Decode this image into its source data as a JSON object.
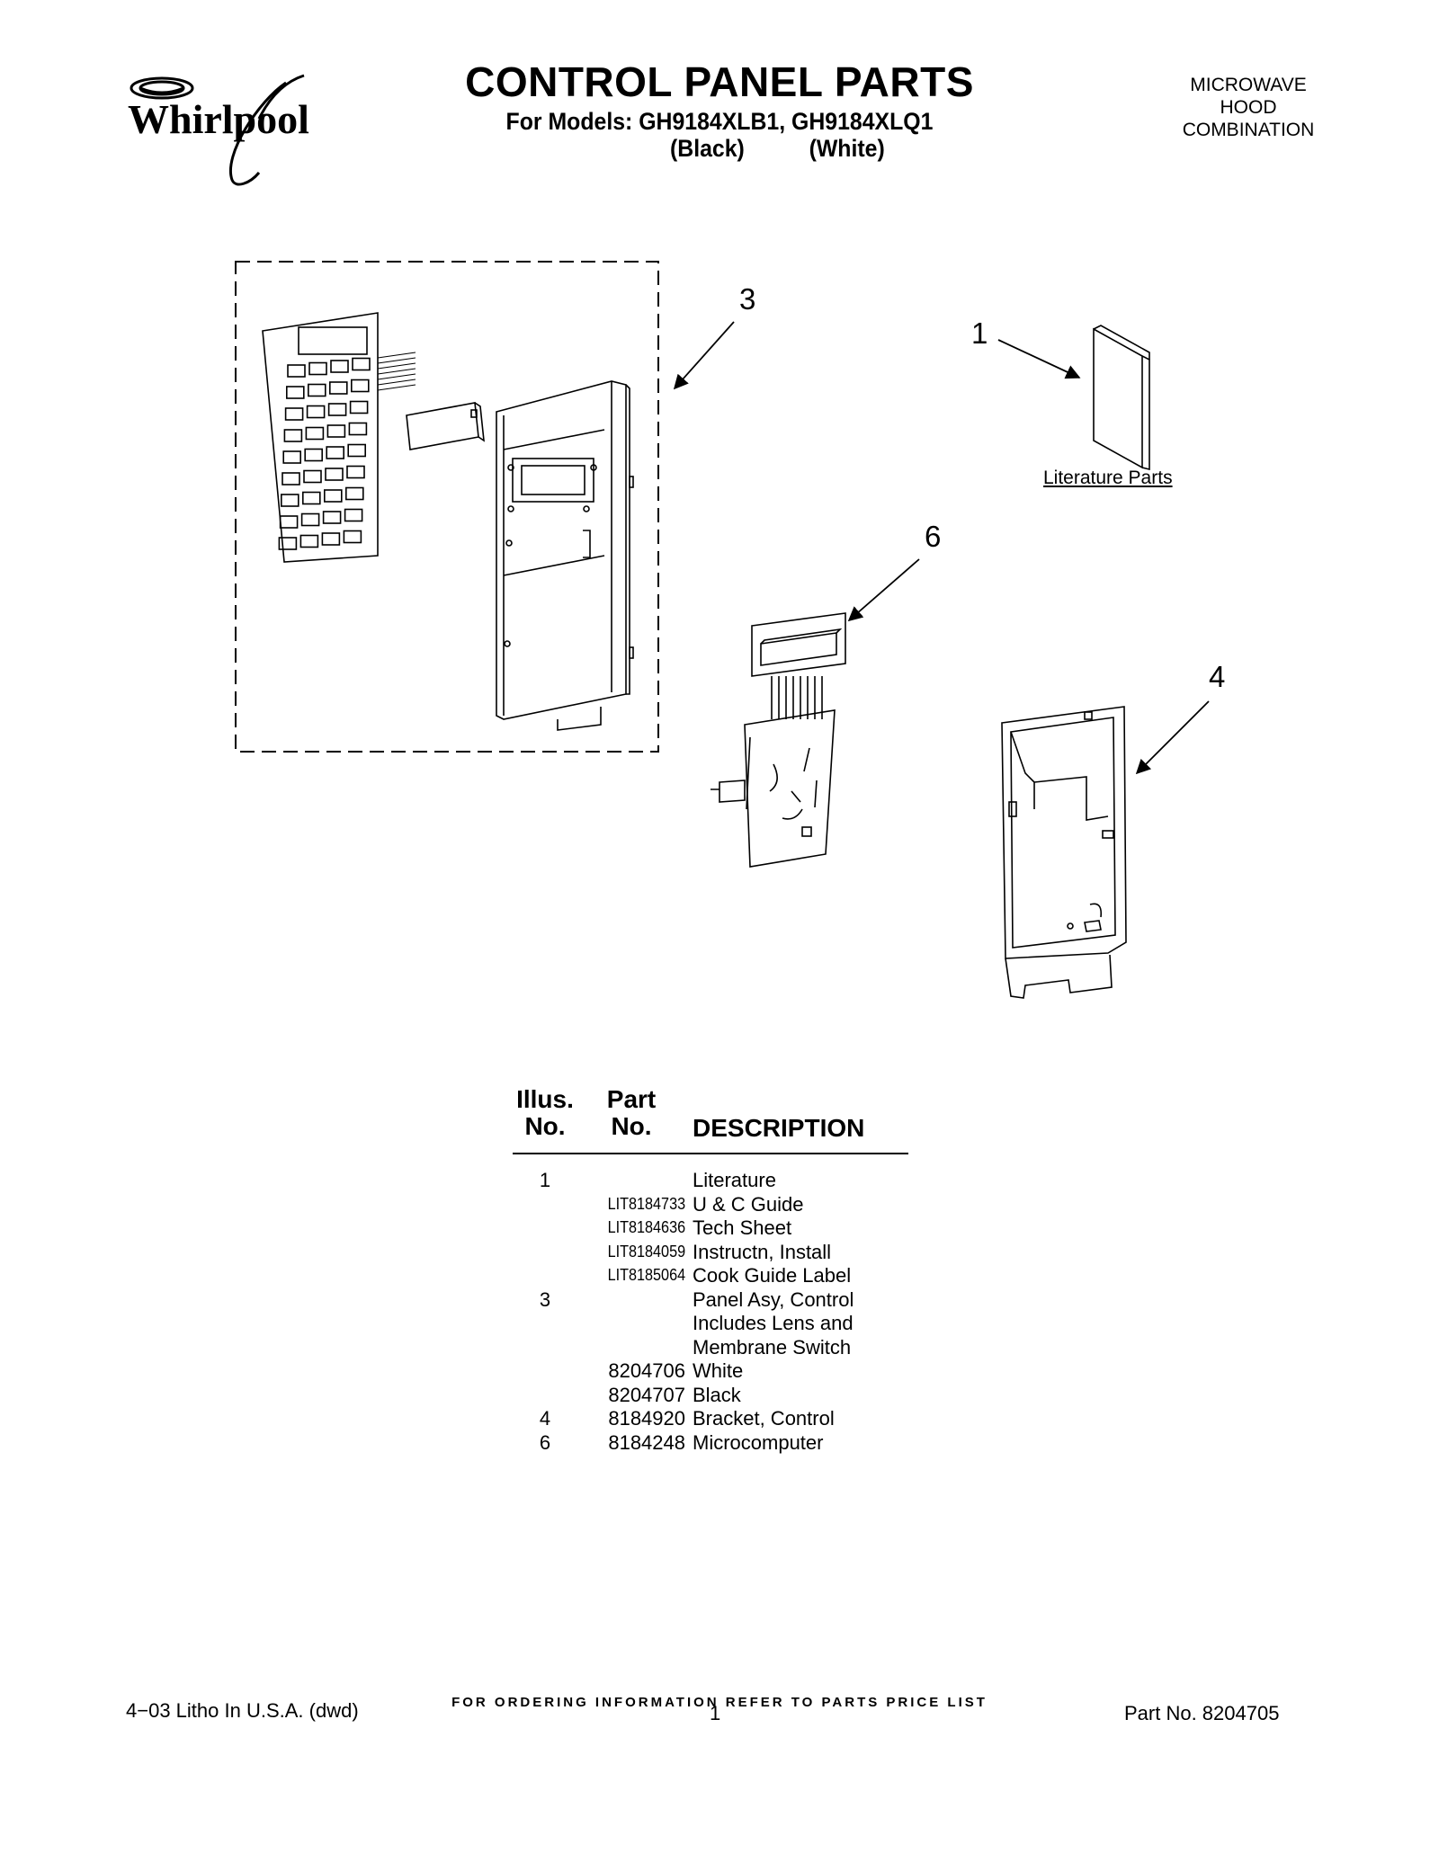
{
  "header": {
    "brand": "Whirlpool",
    "title": "CONTROL PANEL PARTS",
    "models_line": "For Models: GH9184XLB1, GH9184XLQ1",
    "finish_1": "(Black)",
    "finish_2": "(White)",
    "product_type": [
      "MICROWAVE",
      "HOOD",
      "COMBINATION"
    ]
  },
  "illustration": {
    "callouts": [
      "3",
      "1",
      "6",
      "4"
    ],
    "literature_label": "Literature Parts"
  },
  "table": {
    "headers": {
      "illus_line1": "Illus.",
      "illus_line2": "No.",
      "part_line1": "Part",
      "part_line2": "No.",
      "description": "DESCRIPTION"
    },
    "rows": [
      {
        "illus": "1",
        "part": "",
        "desc": "Literature"
      },
      {
        "illus": "",
        "part": "LIT8184733",
        "desc": "U & C Guide"
      },
      {
        "illus": "",
        "part": "LIT8184636",
        "desc": "Tech Sheet"
      },
      {
        "illus": "",
        "part": "LIT8184059",
        "desc": "Instructn, Install"
      },
      {
        "illus": "",
        "part": "LIT8185064",
        "desc": "Cook Guide Label"
      },
      {
        "illus": "3",
        "part": "",
        "desc": "Panel Asy, Control"
      },
      {
        "illus": "",
        "part": "",
        "desc": "Includes Lens and"
      },
      {
        "illus": "",
        "part": "",
        "desc": "Membrane Switch"
      },
      {
        "illus": "",
        "part": "8204706",
        "desc": "White"
      },
      {
        "illus": "",
        "part": "8204707",
        "desc": "Black"
      },
      {
        "illus": "4",
        "part": "8184920",
        "desc": "Bracket, Control"
      },
      {
        "illus": "6",
        "part": "8184248",
        "desc": "Microcomputer"
      }
    ]
  },
  "footer": {
    "ordering_note": "FOR ORDERING INFORMATION REFER TO PARTS PRICE LIST",
    "litho": "4−03 Litho In U.S.A. (dwd)",
    "page_number": "1",
    "part_number": "Part No. 8204705"
  }
}
